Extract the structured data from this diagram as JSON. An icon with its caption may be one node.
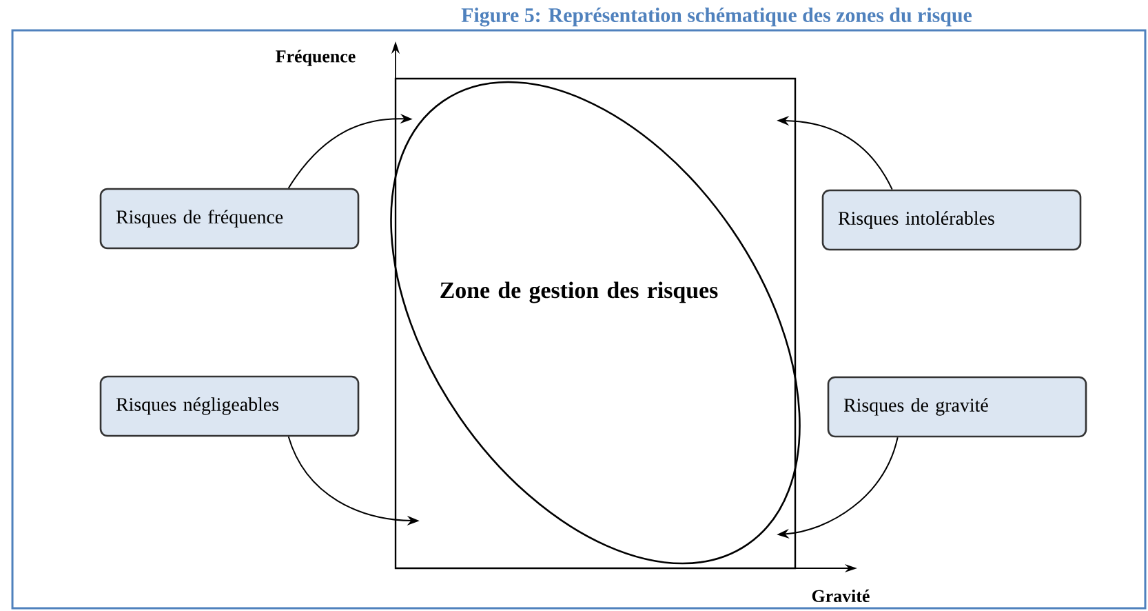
{
  "diagram": {
    "title": "Figure 5: Représentation schématique des zones du risque",
    "nodes": [
      {
        "text": [],
        "shape": "box"
      },
      {
        "text": [
          "Zone de gestion des risques"
        ],
        "in": 0
      },
      {
        "text": [
          "Risques de fréquence"
        ]
      },
      {
        "text": [
          "Risques négligeables"
        ]
      },
      {
        "text": [
          "Risques intolérables"
        ]
      },
      {
        "text": [
          "Risques de gravité"
        ]
      }
    ],
    "edges": [
      {
        "from": 2,
        "to": 0,
        "arrow": "to"
      },
      {
        "from": 3,
        "to": 0,
        "arrow": "to"
      },
      {
        "from": 4,
        "to": 0,
        "arrow": "to"
      },
      {
        "from": 5,
        "to": 0,
        "arrow": "to"
      }
    ],
    "labels": [
      "Fréquence",
      "Gravité"
    ]
  }
}
